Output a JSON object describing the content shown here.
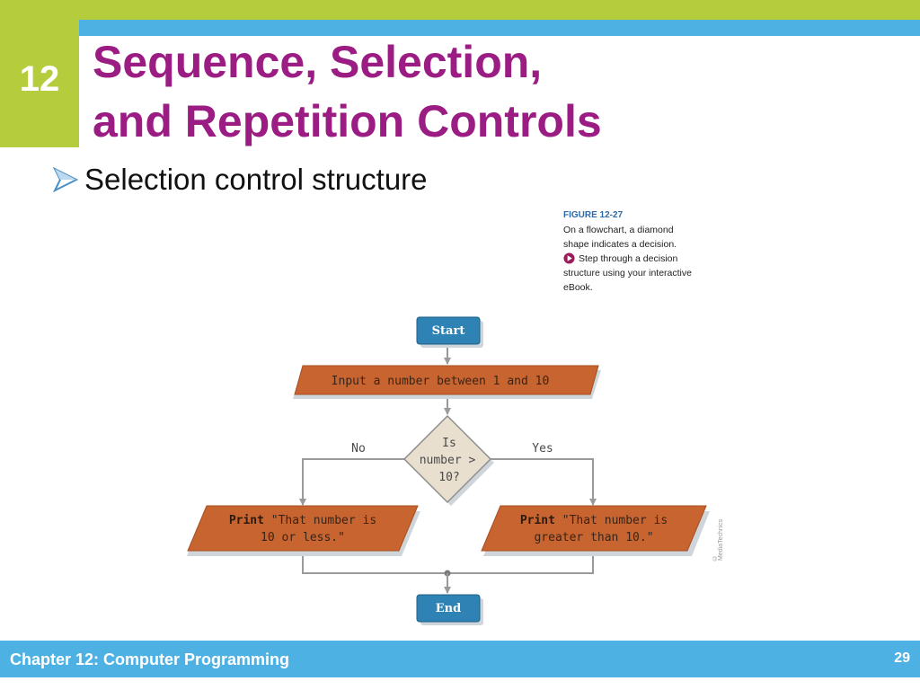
{
  "slide": {
    "chapter_number": "12",
    "title_line1": "Sequence, Selection,",
    "title_line2": "and Repetition Controls",
    "bullet": "Selection control structure"
  },
  "figure": {
    "label": "FIGURE 12-27",
    "caption_line1": "On a flowchart, a diamond",
    "caption_line2": "shape indicates a decision.",
    "caption_line3": "Step through a decision",
    "caption_line4": "structure using your interactive",
    "caption_line5": "eBook.",
    "credit": "© MediaTechnics"
  },
  "flowchart": {
    "start": "Start",
    "input": "Input a number between 1 and 10",
    "decision_line1": "Is",
    "decision_line2": "number >",
    "decision_line3": "10?",
    "no_label": "No",
    "yes_label": "Yes",
    "left_keyword": "Print",
    "left_line1": " \"That number is",
    "left_line2": "10 or less.\"",
    "right_keyword": "Print",
    "right_line1": " \"That number is",
    "right_line2": "greater than 10.\"",
    "end": "End"
  },
  "footer": {
    "chapter": "Chapter 12: Computer Programming",
    "page": "29"
  },
  "colors": {
    "title": "#9b1c83",
    "accent_green": "#b5cc3c",
    "accent_blue": "#4db2e3",
    "process_fill": "#c8642f",
    "terminal_fill": "#2e83b4",
    "decision_fill": "#e9dfcf"
  }
}
